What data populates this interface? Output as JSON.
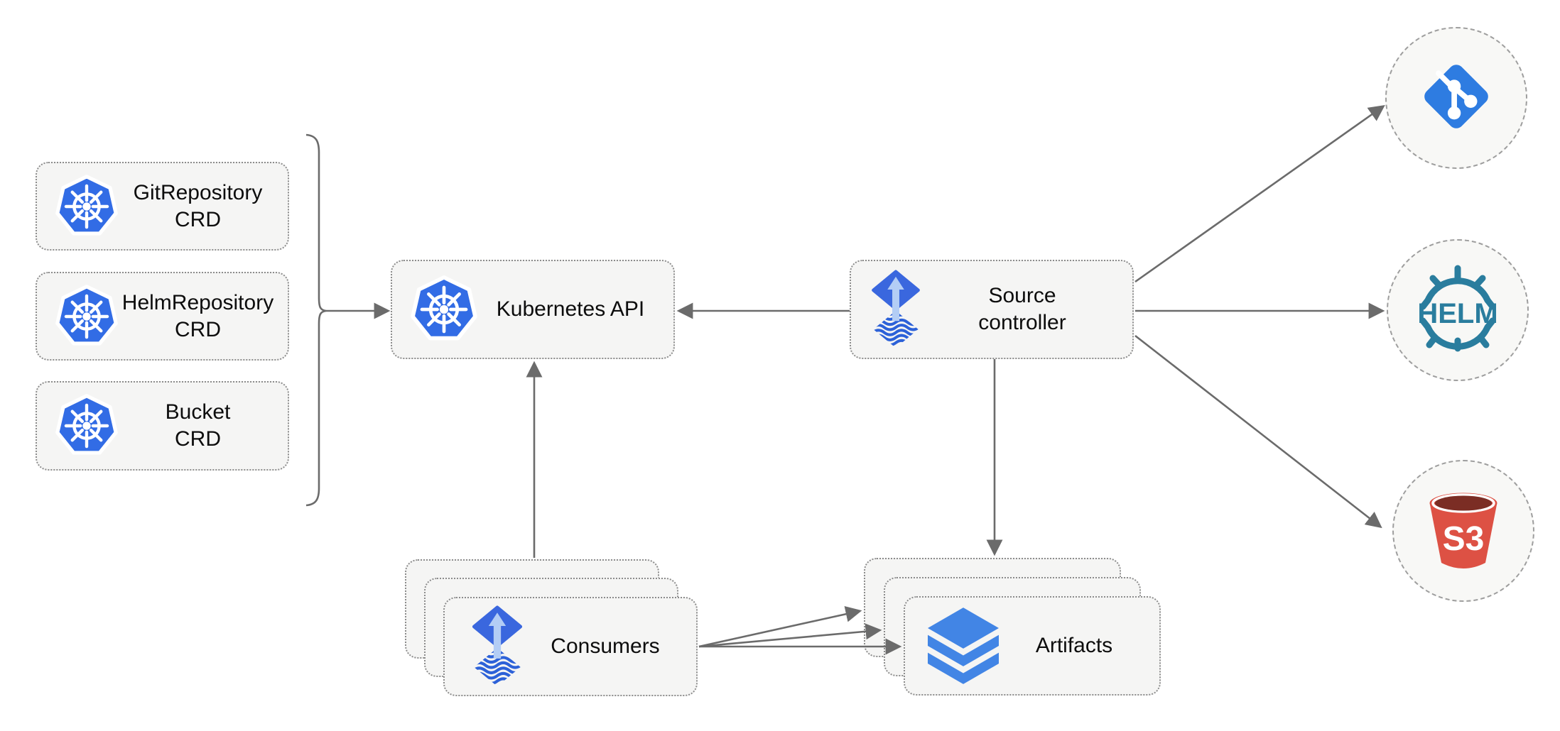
{
  "colors": {
    "node_fill": "#f5f5f4",
    "node_border": "#8c8c8c",
    "circle_fill": "#f8f8f6",
    "circle_border": "#9e9e9e",
    "arrow": "#6b6b6b",
    "kubernetes_blue": "#326ce5",
    "flux_blue": "#3a67de",
    "flux_arrow_light": "#b3cdf5",
    "flux_wave_blue": "#2c61d8",
    "layers_blue": "#4285e5",
    "git_blue": "#2e7ce1",
    "helm_teal": "#2a7d9e",
    "s3_red": "#dd5144",
    "s3_dark_red": "#7b2d24",
    "text": "#0d0d0d"
  },
  "nodes": {
    "git_repository_crd": {
      "line1": "GitRepository",
      "line2": "CRD"
    },
    "helm_repository_crd": {
      "line1": "HelmRepository",
      "line2": "CRD"
    },
    "bucket_crd": {
      "line1": "Bucket",
      "line2": "CRD"
    },
    "kubernetes_api": {
      "label": "Kubernetes API"
    },
    "source_controller": {
      "line1": "Source",
      "line2": "controller"
    },
    "consumers": {
      "label": "Consumers"
    },
    "artifacts": {
      "label": "Artifacts"
    }
  },
  "endpoints": {
    "git": {
      "icon": "git-icon"
    },
    "helm": {
      "label": "HELM",
      "icon": "helm-icon"
    },
    "s3": {
      "label": "S3",
      "icon": "s3-bucket-icon"
    }
  }
}
